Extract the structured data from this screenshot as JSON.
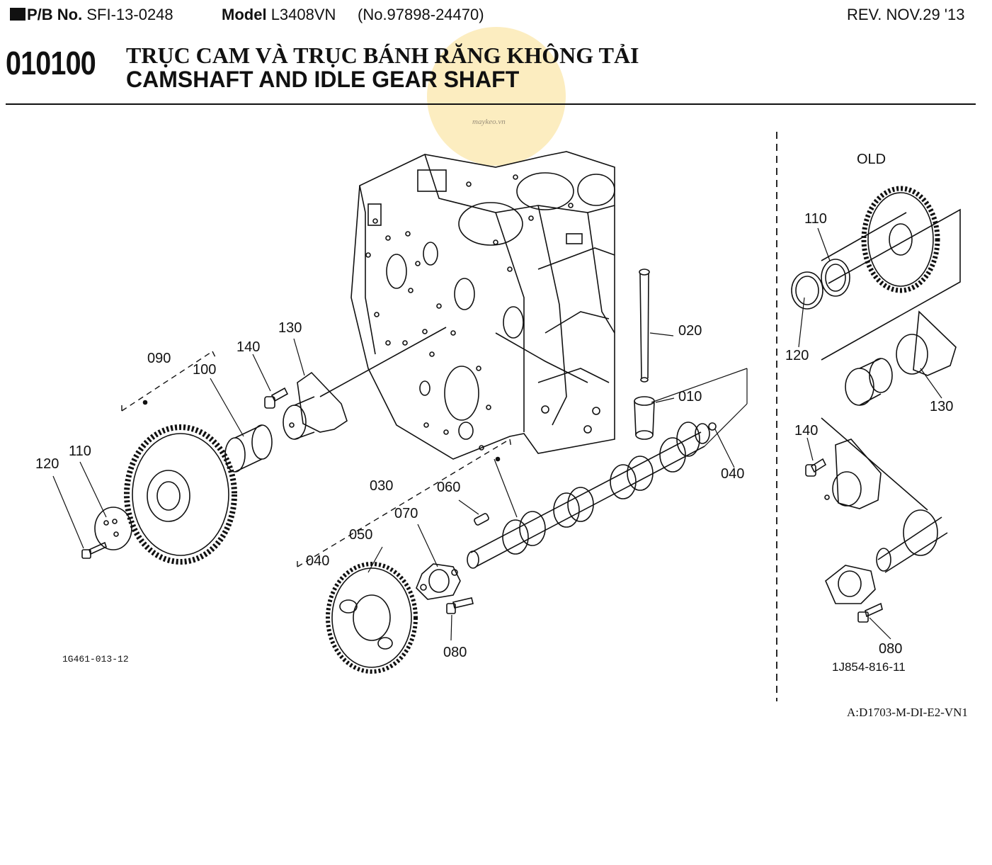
{
  "header": {
    "pb_label": "P/B No.",
    "pb_value": "SFI-13-0248",
    "model_label": "Model",
    "model_value": "L3408VN",
    "number": "(No.97898-24470)",
    "revision": "REV. NOV.29 '13"
  },
  "section": {
    "code": "010100",
    "title_vi": "TRỤC CAM VÀ TRỤC BÁNH RĂNG KHÔNG TẢI",
    "title_en": "CAMSHAFT AND IDLE GEAR SHAFT"
  },
  "watermark": {
    "text": "maykeo.vn",
    "color": "#fad98a"
  },
  "diagram": {
    "callouts": [
      "020",
      "010",
      "040",
      "130",
      "140",
      "090",
      "100",
      "110",
      "120",
      "030",
      "060",
      "070",
      "050",
      "040",
      "080"
    ],
    "drawing_code": "1G461-013-12"
  },
  "old_panel": {
    "title": "OLD",
    "callouts": [
      "110",
      "120",
      "130",
      "140",
      "080"
    ],
    "drawing_code": "1J854-816-11"
  },
  "footer": {
    "reference": "A:D1703-M-DI-E2-VN1"
  }
}
